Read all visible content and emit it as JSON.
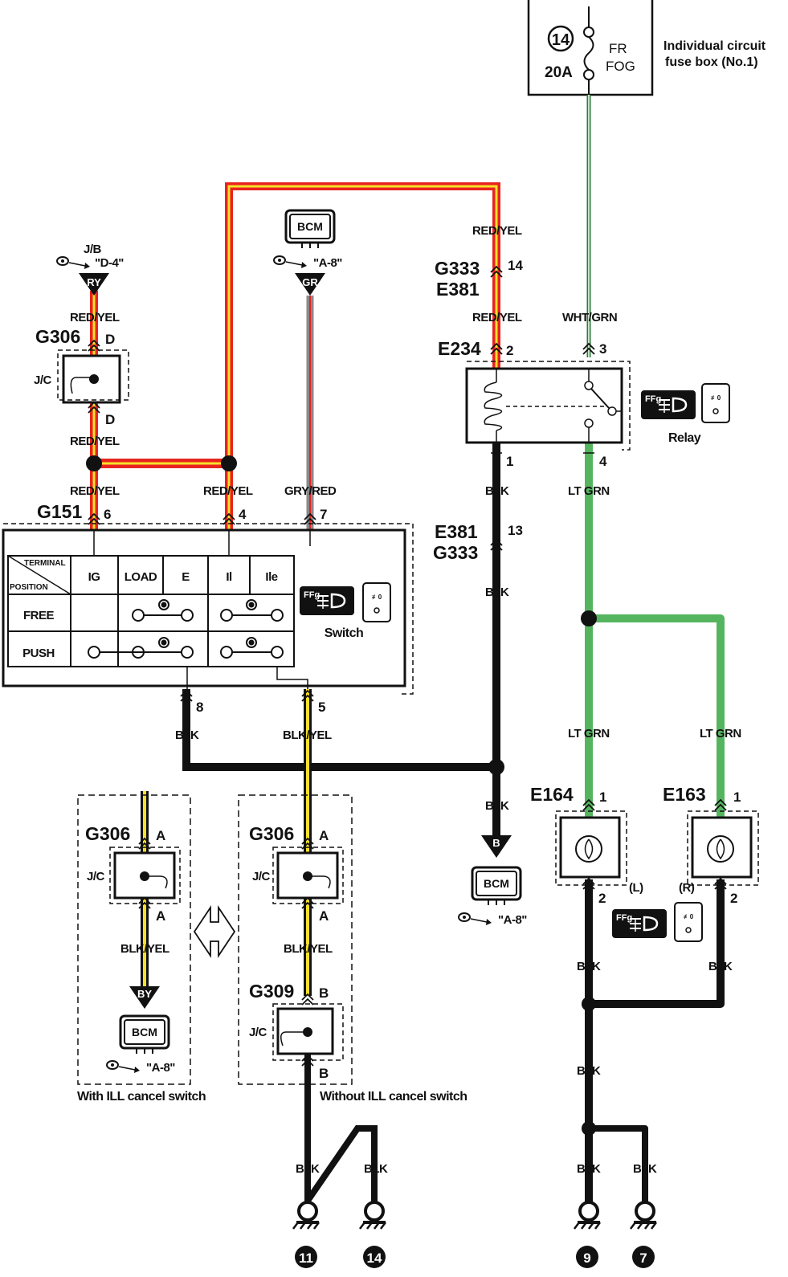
{
  "fuse": {
    "number": "14",
    "rating": "20A",
    "name_line1": "FR",
    "name_line2": "FOG",
    "box_line1": "Individual circuit",
    "box_line2": "fuse box (No.1)"
  },
  "refs": {
    "jb": "J/B",
    "jb_page": "\"D-4\"",
    "bcm": "BCM",
    "bcm_page": "\"A-8\"",
    "tri_ry": "RY",
    "tri_gr": "GR",
    "tri_b": "B",
    "tri_by": "BY"
  },
  "wires": {
    "red_yel": "RED/YEL",
    "gry_red": "GRY/RED",
    "wht_grn": "WHT/GRN",
    "blk": "BLK",
    "lt_grn": "LT GRN",
    "blk_yel": "BLK/YEL"
  },
  "connectors": {
    "g333": "G333",
    "e381": "E381",
    "e234": "E234",
    "g306": "G306",
    "g151": "G151",
    "g309": "G309",
    "e164": "E164",
    "e163": "E163"
  },
  "pins": {
    "p14": "14",
    "p13": "13",
    "p1": "1",
    "p2": "2",
    "p3": "3",
    "p4": "4",
    "p5": "5",
    "p6": "6",
    "p7": "7",
    "p8": "8",
    "pA": "A",
    "pB": "B",
    "pD": "D"
  },
  "jc": "J/C",
  "relay_label": "Relay",
  "switch_label": "Switch",
  "switch_table": {
    "header_terminal": "TERMINAL",
    "header_position": "POSITION",
    "columns": [
      "IG",
      "LOAD",
      "E",
      "Il",
      "Ile"
    ],
    "rows": [
      "FREE",
      "PUSH"
    ]
  },
  "icons": {
    "fog": "FFg"
  },
  "lamp_sides": {
    "left": "(L)",
    "right": "(R)"
  },
  "grounds": [
    "11",
    "14",
    "9",
    "7"
  ],
  "captions": {
    "with_ill": "With ILL cancel switch",
    "without_ill": "Without ILL cancel switch"
  },
  "colors": {
    "red": "#e8231f",
    "yellow": "#f6e12a",
    "green": "#55b55f",
    "gray": "#8a8a8a",
    "black": "#111111"
  }
}
